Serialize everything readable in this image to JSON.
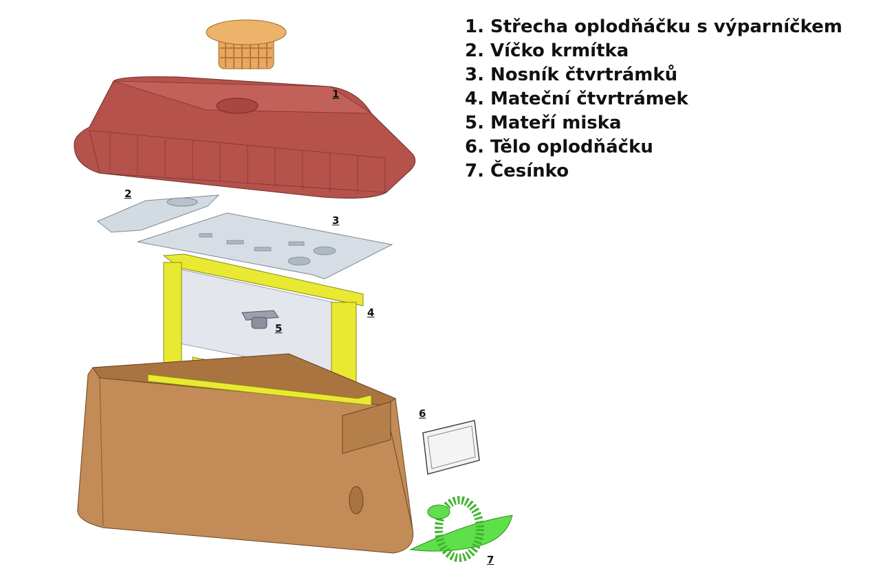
{
  "legend": [
    "1. Střecha oplodňáčku s výparníčkem",
    "2. Víčko krmítka",
    "3. Nosník čtvrtrámků",
    "4. Mateční čtvrtrámek",
    "5. Mateří miska",
    "6. Tělo oplodňáčku",
    "7. Česínko"
  ],
  "callouts": [
    "1",
    "2",
    "3",
    "4",
    "5",
    "6",
    "7"
  ],
  "colors": {
    "roof": "#b5524b",
    "vaporizer": "#e8a55a",
    "lid": "#c9d3dc",
    "frame": "#e8e832",
    "body": "#c28b57",
    "entrance": "#5fe04a"
  }
}
